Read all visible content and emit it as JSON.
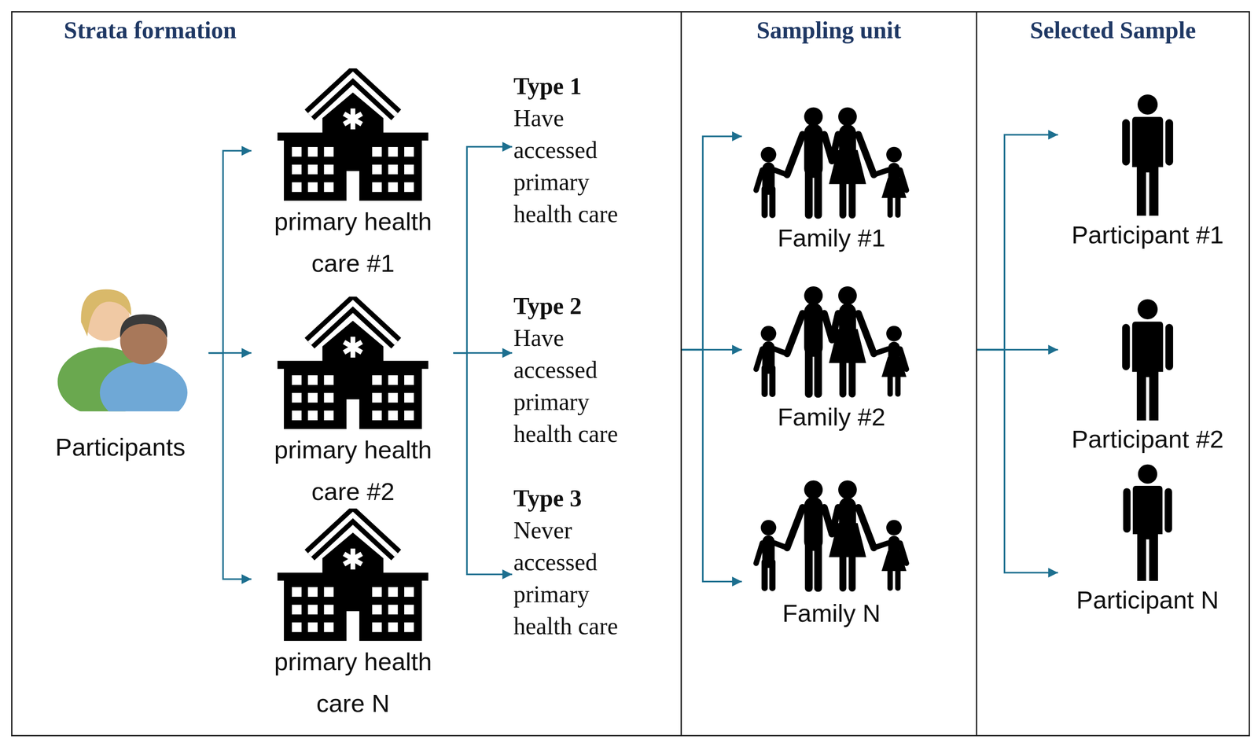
{
  "diagram": {
    "nodes": [
      {
        "text": [
          "Strata formation"
        ]
      },
      {
        "text": [
          "Participants"
        ],
        "in": 0
      },
      {
        "text": [
          "primary health care #1"
        ],
        "in": 0
      },
      {
        "text": [
          "primary health care #2"
        ],
        "in": 0
      },
      {
        "text": [
          "primary health care N"
        ],
        "in": 0
      },
      {
        "text": [
          "Type 1",
          "Have accessed primary health care"
        ],
        "in": 0
      },
      {
        "text": [
          "Type 2",
          "Have accessed primary health care"
        ],
        "in": 0
      },
      {
        "text": [
          "Type 3",
          "Never accessed primary health care"
        ],
        "in": 0
      },
      {
        "text": [
          "Sampling unit"
        ]
      },
      {
        "text": [
          "Family #1"
        ],
        "in": 8
      },
      {
        "text": [
          "Family #2"
        ],
        "in": 8
      },
      {
        "text": [
          "Family N"
        ],
        "in": 8
      },
      {
        "text": [
          "Selected Sample"
        ]
      },
      {
        "text": [
          "Participant #1"
        ],
        "in": 12
      },
      {
        "text": [
          "Participant #2"
        ],
        "in": 12
      },
      {
        "text": [
          "Participant N"
        ],
        "in": 12
      }
    ],
    "edges": [
      {
        "from": 1,
        "to": 2,
        "arrow": "to"
      },
      {
        "from": 1,
        "to": 3,
        "arrow": "to"
      },
      {
        "from": 1,
        "to": 4,
        "arrow": "to"
      },
      {
        "from": 3,
        "to": 5,
        "arrow": "to"
      },
      {
        "from": 3,
        "to": 6,
        "arrow": "to"
      },
      {
        "from": 3,
        "to": 7,
        "arrow": "to"
      },
      {
        "from": 0,
        "to": 9,
        "arrow": "to"
      },
      {
        "from": 0,
        "to": 10,
        "arrow": "to"
      },
      {
        "from": 0,
        "to": 11,
        "arrow": "to"
      },
      {
        "from": 8,
        "to": 13,
        "arrow": "to"
      },
      {
        "from": 8,
        "to": 14,
        "arrow": "to"
      },
      {
        "from": 8,
        "to": 15,
        "arrow": "to"
      }
    ]
  }
}
